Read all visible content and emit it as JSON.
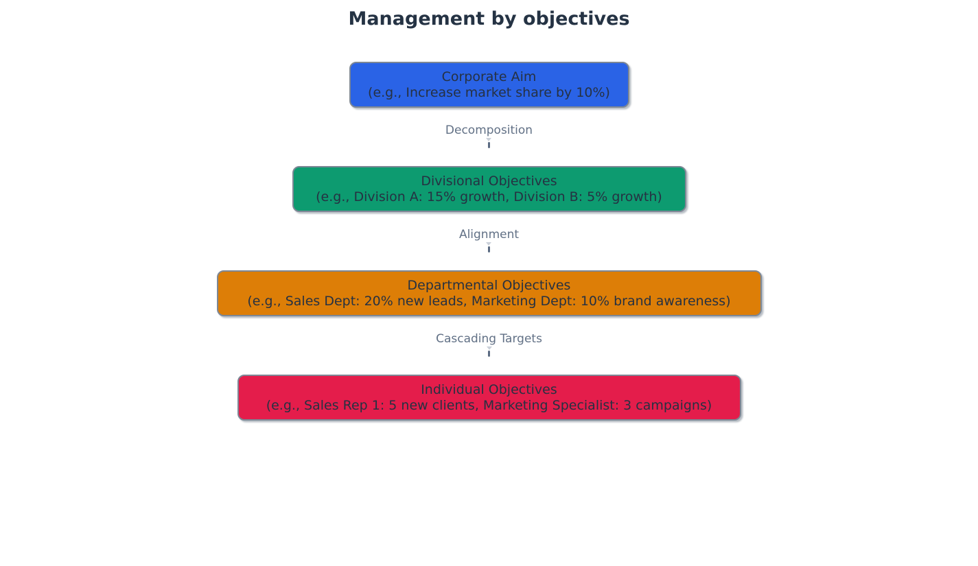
{
  "page": {
    "title": "Management by objectives"
  },
  "colors": {
    "background": "#ffffff",
    "title_text": "#253344",
    "node_border": "#7d8795",
    "node_text": "#263142",
    "edge_label_text": "#617085",
    "edge_line": "#5b6b82",
    "corporate_fill": "#2a63e6",
    "divisional_fill": "#0d9b70",
    "departmental_fill": "#dd7e07",
    "individual_fill": "#e41d4b"
  },
  "diagram": {
    "nodes": [
      {
        "id": "corporate-aim",
        "title": "Corporate Aim",
        "example": "(e.g., Increase market share by 10%)",
        "fill": "#2a63e6"
      },
      {
        "id": "divisional-objectives",
        "title": "Divisional Objectives",
        "example": "(e.g., Division A: 15% growth, Division B: 5% growth)",
        "fill": "#0d9b70"
      },
      {
        "id": "departmental-objectives",
        "title": "Departmental Objectives",
        "example": "(e.g., Sales Dept: 20% new leads, Marketing Dept: 10% brand awareness)",
        "fill": "#dd7e07"
      },
      {
        "id": "individual-objectives",
        "title": "Individual Objectives",
        "example": "(e.g., Sales Rep 1: 5 new clients, Marketing Specialist: 3 campaigns)",
        "fill": "#e41d4b"
      }
    ],
    "edges": [
      {
        "label": "Decomposition"
      },
      {
        "label": "Alignment"
      },
      {
        "label": "Cascading Targets"
      }
    ]
  }
}
